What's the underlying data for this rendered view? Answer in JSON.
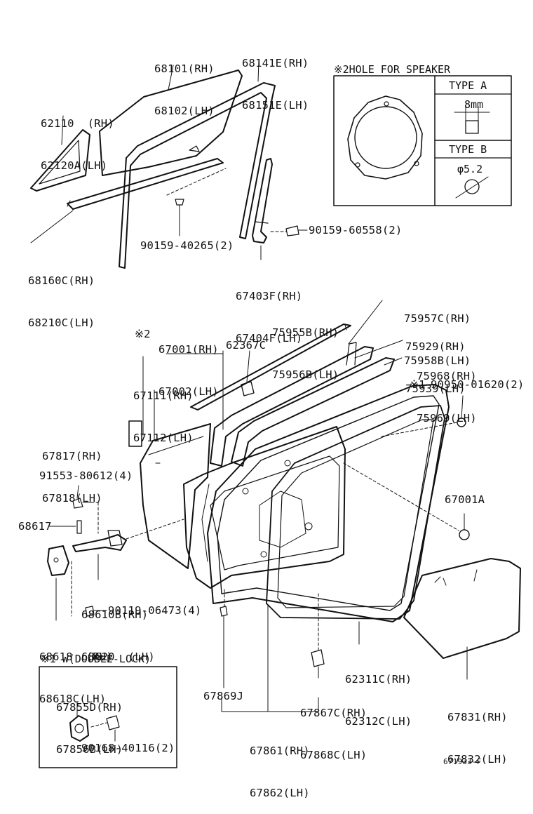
{
  "parts": {
    "front_glass": [
      "68101(RH)",
      "68102(LH)"
    ],
    "run_channel": [
      "68141E(RH)",
      "68151E(LH)"
    ],
    "quarter_glass": [
      "62110  (RH)",
      "62120A(LH)"
    ],
    "division_bar": [
      "68160C(RH)",
      "68210C(LH)"
    ],
    "screw_glass": "90159-40265(2)",
    "screw_rear": "90159-60558(2)",
    "rear_channel": [
      "67403F(RH)",
      "67404F(LH)"
    ],
    "weatherstrip_inner": [
      "75955B(RH)",
      "75956B(LH)"
    ],
    "weatherstrip_outer": [
      "75957C(RH)",
      "75958B(LH)"
    ],
    "moulding_a": [
      "75929(RH)",
      "75939(LH)"
    ],
    "moulding_b": [
      "75968(RH)",
      "75969(LH)"
    ],
    "door_panel_mark": "※2",
    "door_panel": [
      "67001(RH)",
      "67002(LH)"
    ],
    "clip_62367": "62367C",
    "mark_1": "※1",
    "bolt_90950": "90950-01620(2)",
    "hinge_panel": [
      "67111(RH)",
      "67112(LH)"
    ],
    "pad": [
      "67817(RH)",
      "67818(LH)"
    ],
    "bolt_91553": "91553-80612(4)",
    "plug_67001A": "67001A",
    "part_68617": "68617",
    "hinge_upper": [
      "68610B(RH)",
      "68620  (LH)"
    ],
    "screw_90119": "90119-06473(4)",
    "hinge_lower": [
      "68618  (RH)",
      "68618C(LH)"
    ],
    "door_weatherstrip": [
      "62311C(RH)",
      "62312C(LH)"
    ],
    "clip_67869": "67869J",
    "clip_67867": [
      "67867C(RH)",
      "67868C(LH)"
    ],
    "service_hole_cover": [
      "67831(RH)",
      "67832(LH)"
    ],
    "door_weatherstrip_b": [
      "67861(RH)",
      "67862(LH)"
    ]
  },
  "speaker_box": {
    "title": "※2HOLE FOR SPEAKER",
    "type_a": "TYPE A",
    "type_a_dim": "8mm",
    "type_b": "TYPE B",
    "type_b_dim": "φ5.2"
  },
  "double_lock_box": {
    "title": "※1 W(DOUBLE-LOCK)",
    "lock_part": [
      "67855D(RH)",
      "67856B(LH)"
    ],
    "lock_screw": "90168-40116(2)"
  },
  "figure_code": "671933-F"
}
